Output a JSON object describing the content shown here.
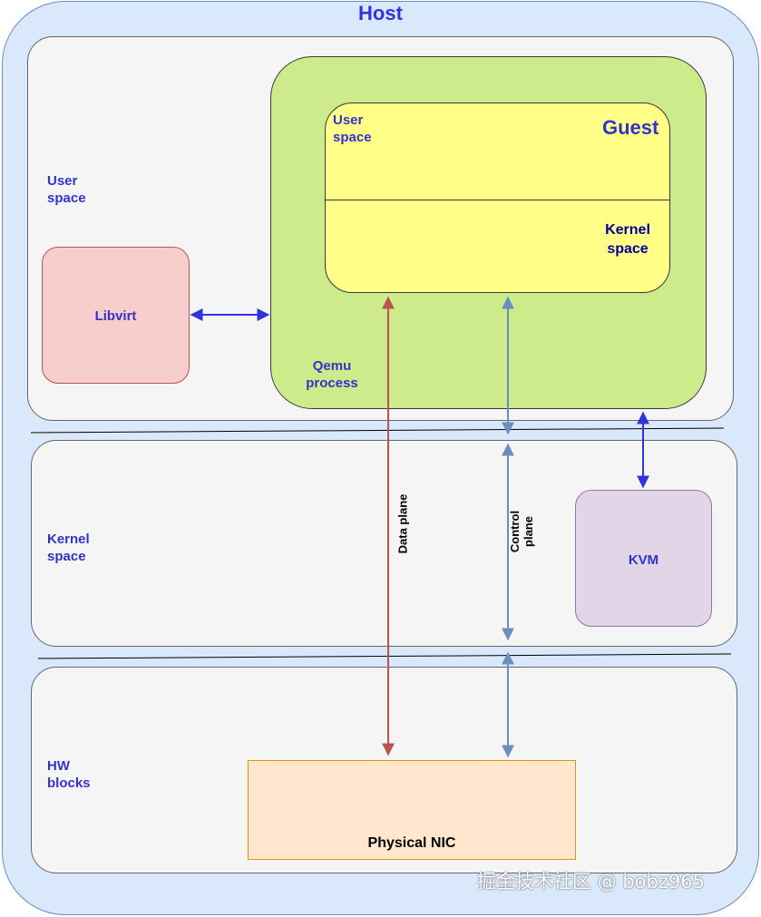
{
  "host": {
    "title": "Host"
  },
  "layers": {
    "user_space": "User space",
    "kernel_space": "Kernel space",
    "hw_blocks": "HW blocks"
  },
  "qemu": {
    "label": "Qemu process"
  },
  "guest": {
    "title": "Guest",
    "user_space": "User space",
    "kernel_space": "Kernel space"
  },
  "libvirt": {
    "label": "Libvirt"
  },
  "kvm": {
    "label": "KVM"
  },
  "nic": {
    "label": "Physical NIC"
  },
  "planes": {
    "data": "Data plane",
    "control": "Control plane"
  },
  "watermark": "掘金技术社区 @ bobz965",
  "colors": {
    "host_fill": "#dae8fc",
    "layer_fill": "#f5f5f5",
    "qemu_fill": "#cdeb8b",
    "guest_fill": "#ffff88",
    "libvirt_fill": "#f8cecc",
    "kvm_fill": "#e1d5e7",
    "nic_fill": "#ffe6cc",
    "data_plane_arrow": "#b85450",
    "control_plane_arrow": "#6c8ebf",
    "link_arrow": "#3333dd"
  }
}
